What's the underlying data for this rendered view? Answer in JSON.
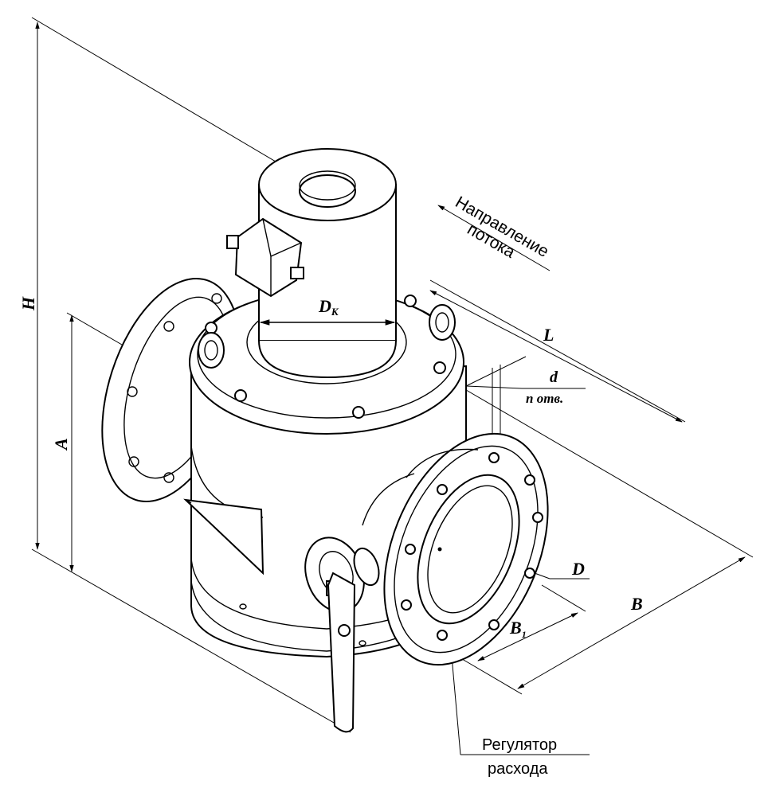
{
  "dimensions": {
    "H": "H",
    "A": "A",
    "Dk_main": "D",
    "Dk_sub": "К",
    "L": "L",
    "d": "d",
    "n_holes": "n отв.",
    "D": "D",
    "B": "B",
    "B1_main": "B",
    "B1_sub": "1"
  },
  "labels": {
    "flow_line1": "Направление",
    "flow_line2": "потока",
    "regulator_line1": "Регулятор",
    "regulator_line2": "расхода"
  }
}
